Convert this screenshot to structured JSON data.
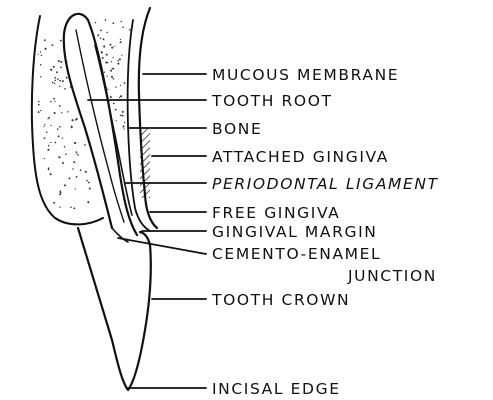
{
  "labels": {
    "mucous_membrane": "MUCOUS MEMBRANE",
    "tooth_root": "TOOTH ROOT",
    "bone": "BONE",
    "attached_gingiva": "ATTACHED GINGIVA",
    "periodontal_ligament": "PERIODONTAL LIGAMENT",
    "free_gingiva": "FREE GINGIVA",
    "gingival_margin": "GINGIVAL MARGIN",
    "cemento_enamel_line1": "CEMENTO-ENAMEL",
    "cemento_enamel_line2": "JUNCTION",
    "tooth_crown": "TOOTH CROWN",
    "incisal_edge": "INCISAL EDGE"
  }
}
